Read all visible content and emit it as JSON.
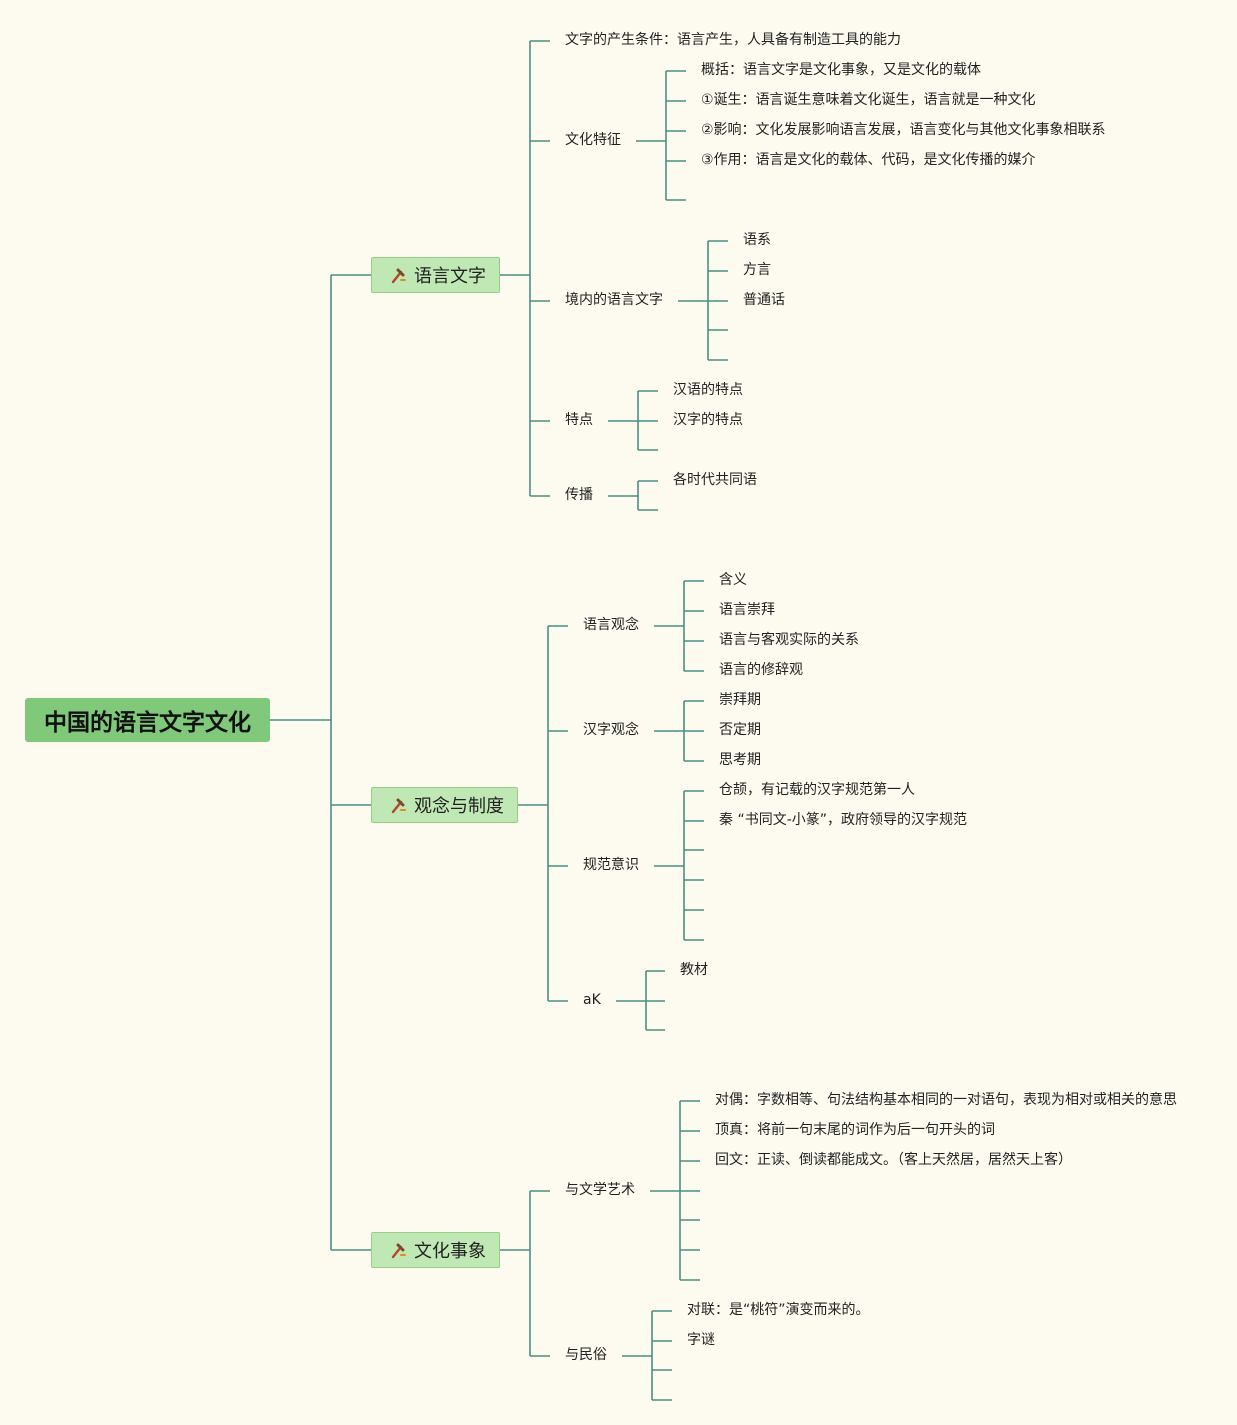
{
  "root": {
    "label": "中国的语言文字文化"
  },
  "branches": [
    {
      "label": "语言文字",
      "icon": "hammer-icon",
      "topics": [
        {
          "label": "文字的产生条件：语言产生，人具备有制造工具的能力",
          "items": []
        },
        {
          "label": "文化特征",
          "items": [
            "概括：语言文字是文化事象，又是文化的载体",
            "①诞生：语言诞生意味着文化诞生，语言就是一种文化",
            "②影响：文化发展影响语言发展，语言变化与其他文化事象相联系",
            "③作用：语言是文化的载体、代码，是文化传播的媒介",
            ""
          ]
        },
        {
          "label": "境内的语言文字",
          "items": [
            "语系",
            "方言",
            "普通话",
            "",
            ""
          ]
        },
        {
          "label": "特点",
          "items": [
            "汉语的特点",
            "汉字的特点",
            ""
          ]
        },
        {
          "label": "传播",
          "items": [
            "各时代共同语",
            ""
          ]
        }
      ]
    },
    {
      "label": "观念与制度",
      "icon": "hammer-icon",
      "topics": [
        {
          "label": "语言观念",
          "items": [
            "含义",
            "语言崇拜",
            "语言与客观实际的关系",
            "语言的修辞观"
          ]
        },
        {
          "label": "汉字观念",
          "items": [
            "崇拜期",
            "否定期",
            "思考期"
          ]
        },
        {
          "label": "规范意识",
          "items": [
            "仓颉，有记载的汉字规范第一人",
            "秦 “书同文-小篆”，政府领导的汉字规范",
            "",
            "",
            "",
            ""
          ]
        },
        {
          "label": "aK",
          "items": [
            "教材",
            "",
            ""
          ]
        }
      ]
    },
    {
      "label": "文化事象",
      "icon": "hammer-icon",
      "topics": [
        {
          "label": "与文学艺术",
          "items": [
            "对偶：字数相等、句法结构基本相同的一对语句，表现为相对或相关的意思",
            "顶真：将前一句末尾的词作为后一句开头的词",
            "回文：正读、倒读都能成文。（客上天然居，居然天上客）",
            "",
            "",
            "",
            ""
          ]
        },
        {
          "label": "与民俗",
          "items": [
            "对联：是“桃符”演变而来的。",
            "字谜",
            "",
            ""
          ]
        }
      ]
    }
  ],
  "colors": {
    "line": "#4a8f84",
    "root_bg": "#80c97a",
    "branch_bg": "#bfe8b4",
    "background": "#fdfbf0"
  }
}
